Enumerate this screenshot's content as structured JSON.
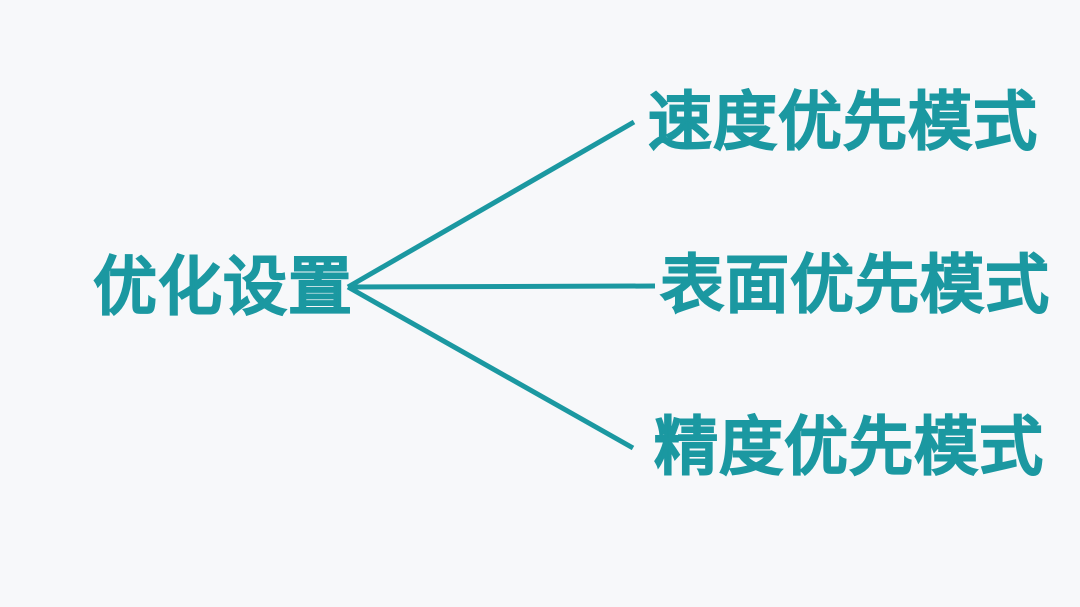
{
  "colors": {
    "accent": "#1B98A1",
    "background": "#F7F8FA"
  },
  "diagram": {
    "root_label": "优化设置",
    "branches": [
      {
        "label": "速度优先模式"
      },
      {
        "label": "表面优先模式"
      },
      {
        "label": "精度优先模式"
      }
    ]
  }
}
